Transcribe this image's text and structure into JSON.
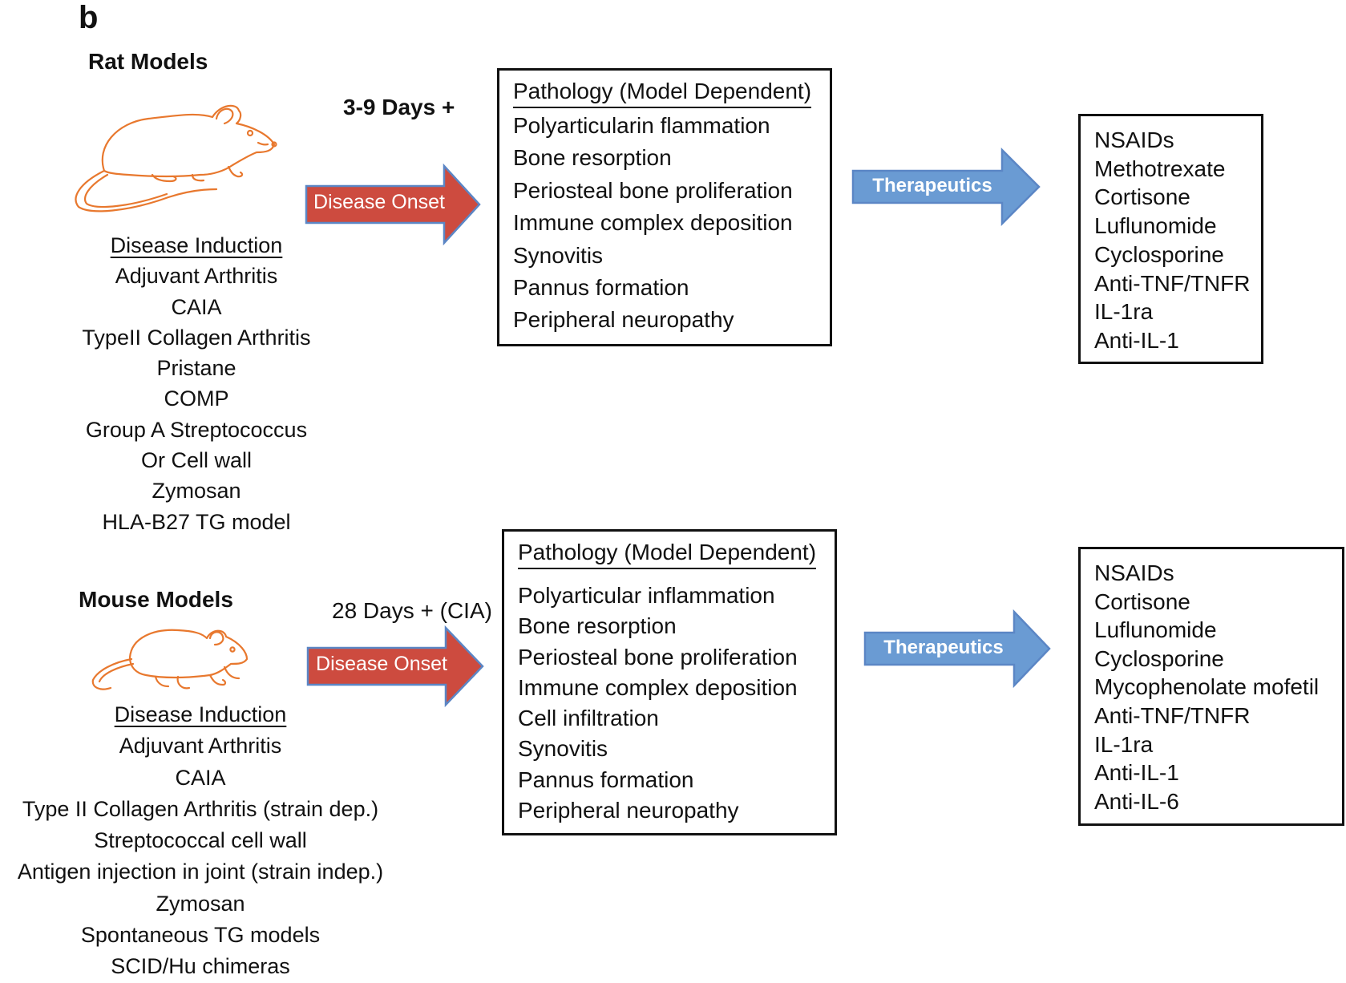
{
  "panel_label": "b",
  "colors": {
    "onset_arrow": "#cd4b3f",
    "therapeutics_arrow": "#6a9bd3",
    "arrow_outline": "#5b86c5",
    "animal_outline": "#e8782e"
  },
  "rat": {
    "title": "Rat Models",
    "icon": "rat-icon",
    "duration": "3-9 Days +",
    "induction": {
      "heading": "Disease Induction",
      "items": [
        "Adjuvant Arthritis",
        "CAIA",
        "TypeII Collagen Arthritis",
        "Pristane",
        "COMP",
        "Group A Streptococcus",
        "Or Cell wall",
        "Zymosan",
        "HLA-B27 TG model"
      ]
    },
    "onset_label": "Disease Onset",
    "pathology": {
      "heading": "Pathology (Model Dependent)",
      "items": [
        "Polyarticularin flammation",
        "Bone resorption",
        "Periosteal bone proliferation",
        "Immune complex deposition",
        "Synovitis",
        "Pannus formation",
        "Peripheral neuropathy"
      ]
    },
    "therapeutics_label": "Therapeutics",
    "therapeutics": [
      "NSAIDs",
      "Methotrexate",
      "Cortisone",
      "Luflunomide",
      "Cyclosporine",
      "Anti-TNF/TNFR",
      "IL-1ra",
      "Anti-IL-1"
    ]
  },
  "mouse": {
    "title": "Mouse Models",
    "icon": "mouse-icon",
    "duration": "28 Days + (CIA)",
    "induction": {
      "heading": "Disease Induction",
      "items": [
        "Adjuvant Arthritis",
        "CAIA",
        "Type II Collagen Arthritis (strain dep.)",
        "Streptococcal cell wall",
        "Antigen injection in joint (strain indep.)",
        "Zymosan",
        "Spontaneous TG models",
        "SCID/Hu chimeras"
      ]
    },
    "onset_label": "Disease Onset",
    "pathology": {
      "heading": "Pathology (Model Dependent)",
      "items": [
        "Polyarticular inflammation",
        "Bone resorption",
        "Periosteal bone proliferation",
        "Immune complex deposition",
        "Cell infiltration",
        "Synovitis",
        "Pannus formation",
        "Peripheral neuropathy"
      ]
    },
    "therapeutics_label": "Therapeutics",
    "therapeutics": [
      "NSAIDs",
      "Cortisone",
      "Luflunomide",
      "Cyclosporine",
      "Mycophenolate mofetil",
      "Anti-TNF/TNFR",
      "IL-1ra",
      "Anti-IL-1",
      "Anti-IL-6"
    ]
  }
}
